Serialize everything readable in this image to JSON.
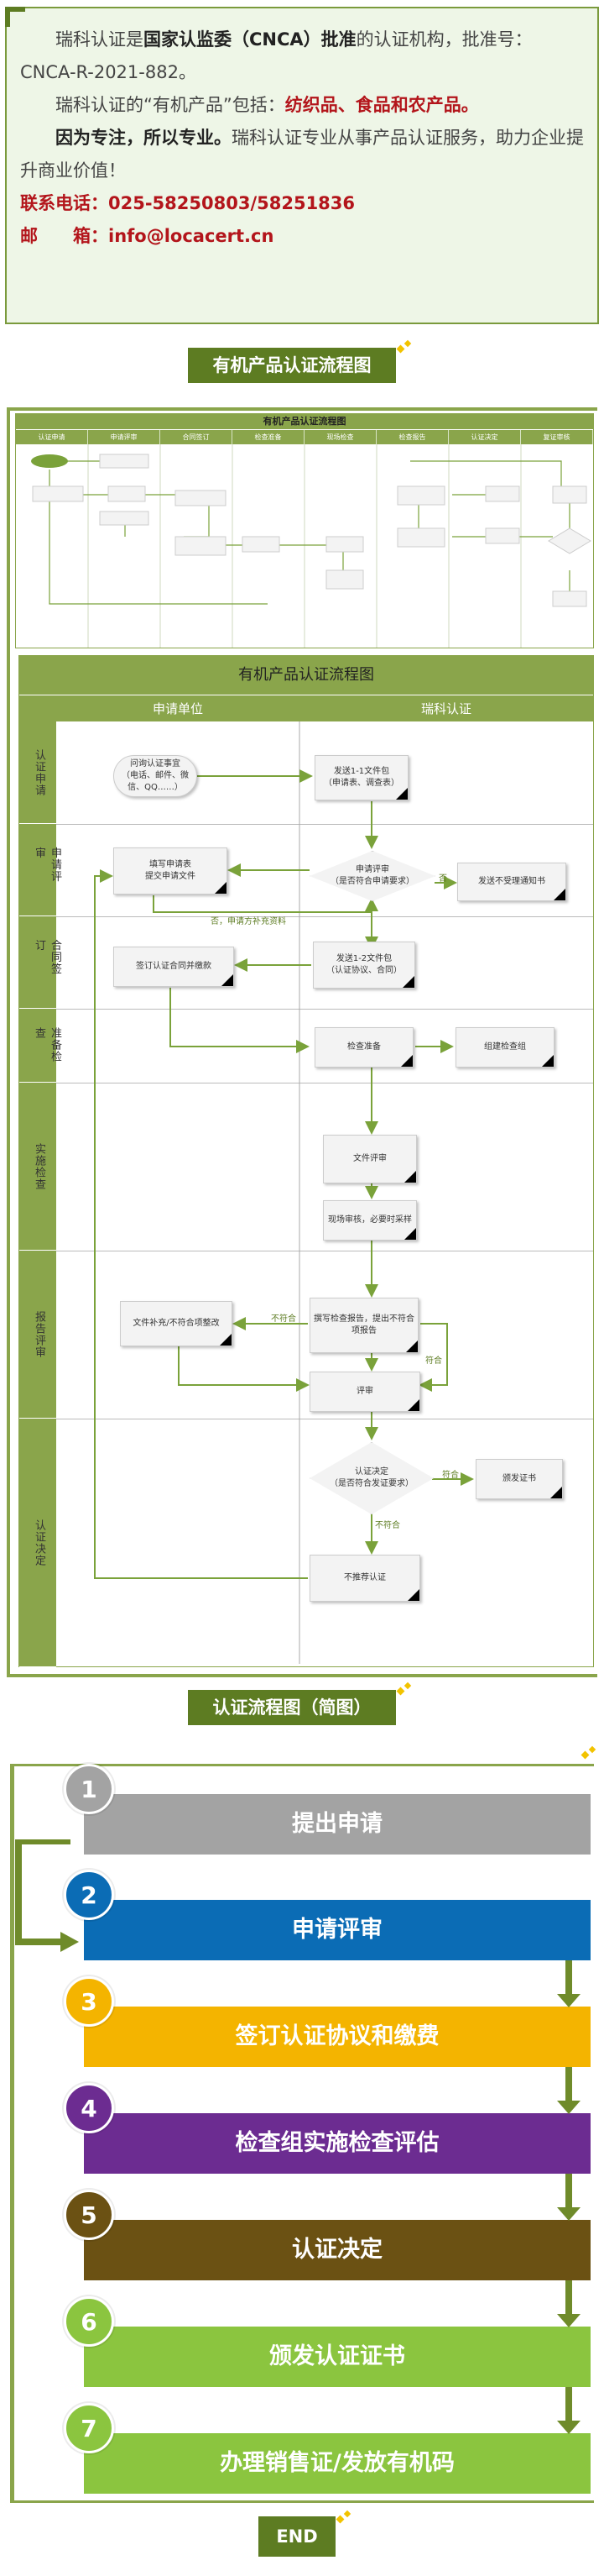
{
  "intro": {
    "p1_a": "瑞科认证是",
    "p1_b": "国家认监委（CNCA）批准",
    "p1_c": "的认证机构，批准号：CNCA-R-2021-882。",
    "p2_a": "瑞科认证的“有机产品”包括：",
    "p2_b": "纺织品、食品和农产品。",
    "p3_a": "因为专注，所以专业。",
    "p3_b": "瑞科认证专业从事产品认证服务，助力企业提升商业价值！",
    "phone": "联系电话：025-58250803/58251836",
    "email": "邮　　箱：info@locacert.cn"
  },
  "section1_label": "有机产品认证流程图",
  "small_chart": {
    "title": "有机产品认证流程图",
    "columns": [
      "认证申请",
      "申请评审",
      "合同签订",
      "检查准备",
      "现场检查",
      "检查报告",
      "认证决定",
      "复证审核"
    ]
  },
  "big_chart": {
    "title": "有机产品认证流程图",
    "col_applicant": "申请单位",
    "col_certifier": "瑞科认证",
    "lanes": [
      "认证申请",
      "申请评审",
      "合同签订",
      "准备检查",
      "实施检查",
      "报告评审",
      "认证决定"
    ],
    "boxes": {
      "consult": "问询认证事宜\n（电话、邮件、微信、QQ……）",
      "send_docs1": "发送1-1文件包\n（申请表、调查表）",
      "fill_app": "填写申请表\n提交申请文件",
      "app_review": "申请评审\n（是否符合申请要求）",
      "not_accept": "发送不受理通知书",
      "sign_pay": "签订认证合同并缴款",
      "send_docs2": "发送1-2文件包\n（认证协议、合同）",
      "prep_check": "检查准备",
      "form_team": "组建检查组",
      "doc_review": "文件评审",
      "site_check": "现场审核，必要时采样",
      "fix": "文件补充/不符合项整改",
      "report": "撰写检查报告，提出不符合项报告",
      "evaluate": "评审",
      "decision": "认证决定\n（是否符合发证要求）",
      "issue": "颁发证书",
      "reject": "不推荐认证"
    },
    "labels": {
      "no": "否",
      "no_supplement": "否，申请方补充资料",
      "nonconform": "不符合",
      "conform": "符合",
      "nonconform2": "不符合",
      "yes": "符合"
    }
  },
  "section2_label": "认证流程图（简图）",
  "steps": [
    {
      "n": "1",
      "label": "提出申请",
      "color": "#a3a3a3"
    },
    {
      "n": "2",
      "label": "申请评审",
      "color": "#0b6cb5"
    },
    {
      "n": "3",
      "label": "签订认证协议和缴费",
      "color": "#f4b400"
    },
    {
      "n": "4",
      "label": "检查组实施检查评估",
      "color": "#6c2c91"
    },
    {
      "n": "5",
      "label": "认证决定",
      "color": "#6b5113"
    },
    {
      "n": "6",
      "label": "颁发认证证书",
      "color": "#8bc53f"
    },
    {
      "n": "7",
      "label": "办理销售证/发放有机码",
      "color": "#8bc53f"
    }
  ],
  "end_label": "END",
  "colors": {
    "brand_green": "#5d7c22",
    "accent_red": "#b3151b",
    "frame_green": "#8aa54b"
  }
}
